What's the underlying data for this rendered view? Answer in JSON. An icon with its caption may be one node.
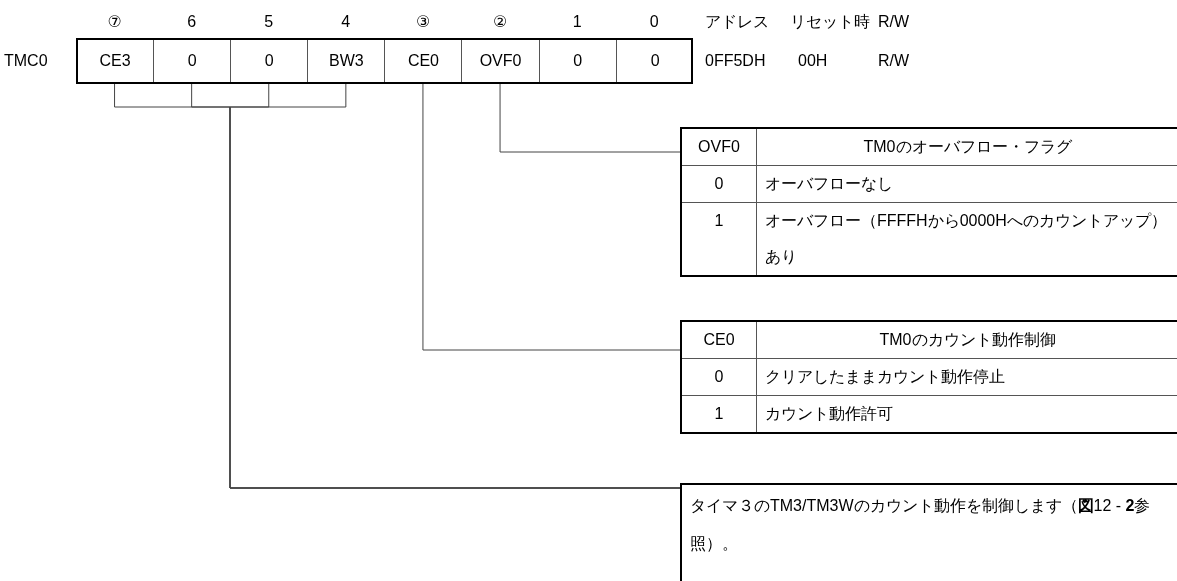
{
  "diagram": {
    "nodes": [
      {
        "text": [
          "CE3"
        ]
      },
      {
        "text": [
          "0"
        ]
      },
      {
        "text": [
          "0"
        ]
      },
      {
        "text": [
          "BW3"
        ]
      },
      {
        "text": [
          "CE0"
        ]
      },
      {
        "text": [
          "OVF0"
        ]
      },
      {
        "text": [
          "0"
        ]
      },
      {
        "text": [
          "0"
        ]
      },
      {
        "text": [
          "OVF0",
          "TM0のオーバフロー・フラグ",
          "0",
          "オーバフローなし",
          "1",
          "オーバフロー（FFFFHから0000Hへのカウントアップ）あり"
        ]
      },
      {
        "text": [
          "CE0",
          "TM0のカウント動作制御",
          "0",
          "クリアしたままカウント動作停止",
          "1",
          "カウント動作許可"
        ]
      },
      {
        "text": [
          "タイマ３のTM3/TM3Wのカウント動作を制御します（**図**12 - **2**参照）。"
        ]
      }
    ],
    "edges": [
      {
        "from": 5,
        "to": 8,
        "arrow": "none"
      },
      {
        "from": 4,
        "to": 9,
        "arrow": "none"
      },
      {
        "from": 0,
        "to": 10,
        "arrow": "none"
      },
      {
        "from": 1,
        "to": 10,
        "arrow": "none"
      },
      {
        "from": 2,
        "to": 10,
        "arrow": "none"
      },
      {
        "from": 3,
        "to": 10,
        "arrow": "none"
      }
    ],
    "labels": [
      "⑦",
      "6",
      "5",
      "4",
      "③",
      "②",
      "1",
      "0",
      "TMC0",
      "アドレス",
      "リセット時",
      "R/W",
      "0FF5DH",
      "00H",
      "R/W"
    ]
  }
}
